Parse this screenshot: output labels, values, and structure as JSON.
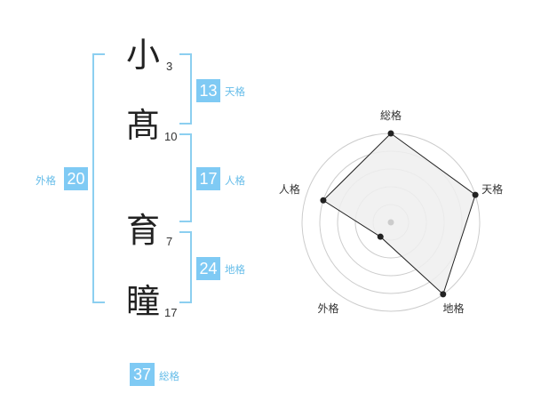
{
  "name": {
    "chars": [
      {
        "char": "小",
        "strokes": "3"
      },
      {
        "char": "髙",
        "strokes": "10"
      },
      {
        "char": "育",
        "strokes": "7"
      },
      {
        "char": "瞳",
        "strokes": "17"
      }
    ]
  },
  "scores": {
    "tenkaku": {
      "value": "13",
      "label": "天格"
    },
    "jinkaku": {
      "value": "17",
      "label": "人格"
    },
    "chikaku": {
      "value": "24",
      "label": "地格"
    },
    "gaikaku": {
      "value": "20",
      "label": "外格"
    },
    "soukaku": {
      "value": "37",
      "label": "総格"
    }
  },
  "radar": {
    "axes": [
      "総格",
      "天格",
      "地格",
      "外格",
      "人格"
    ],
    "values": [
      5,
      5,
      5,
      1,
      4
    ],
    "max": 5,
    "ring_count": 5,
    "fill_color": "#efefef",
    "line_color": "#222222",
    "ring_color": "#cccccc"
  }
}
